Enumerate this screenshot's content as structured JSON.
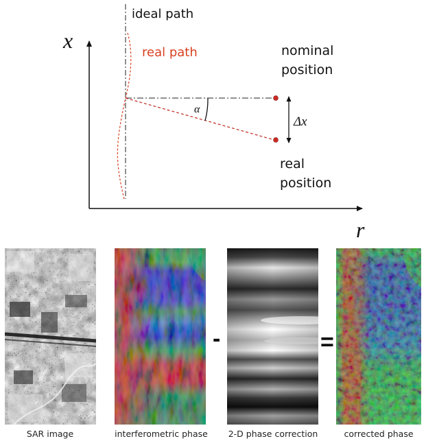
{
  "diagram": {
    "axis_x_label": "x",
    "axis_r_label": "r",
    "ideal_path_label": "ideal path",
    "real_path_label": "real path",
    "nominal_position_label": [
      "nominal",
      "position"
    ],
    "real_position_label": [
      "real",
      "position"
    ],
    "angle_label": "α",
    "offset_label": "Δx",
    "colors": {
      "real_path": "#d94020",
      "ideal_path": "#222222",
      "marker": "#cc2a22",
      "axis": "#111111"
    }
  },
  "panels": [
    {
      "id": "sar",
      "caption": "SAR image"
    },
    {
      "id": "interferometric",
      "caption": "interferometric phase"
    },
    {
      "id": "correction",
      "caption": "2-D phase correction"
    },
    {
      "id": "corrected",
      "caption": "corrected phase"
    }
  ],
  "operators": {
    "minus": "-",
    "equals": "="
  }
}
